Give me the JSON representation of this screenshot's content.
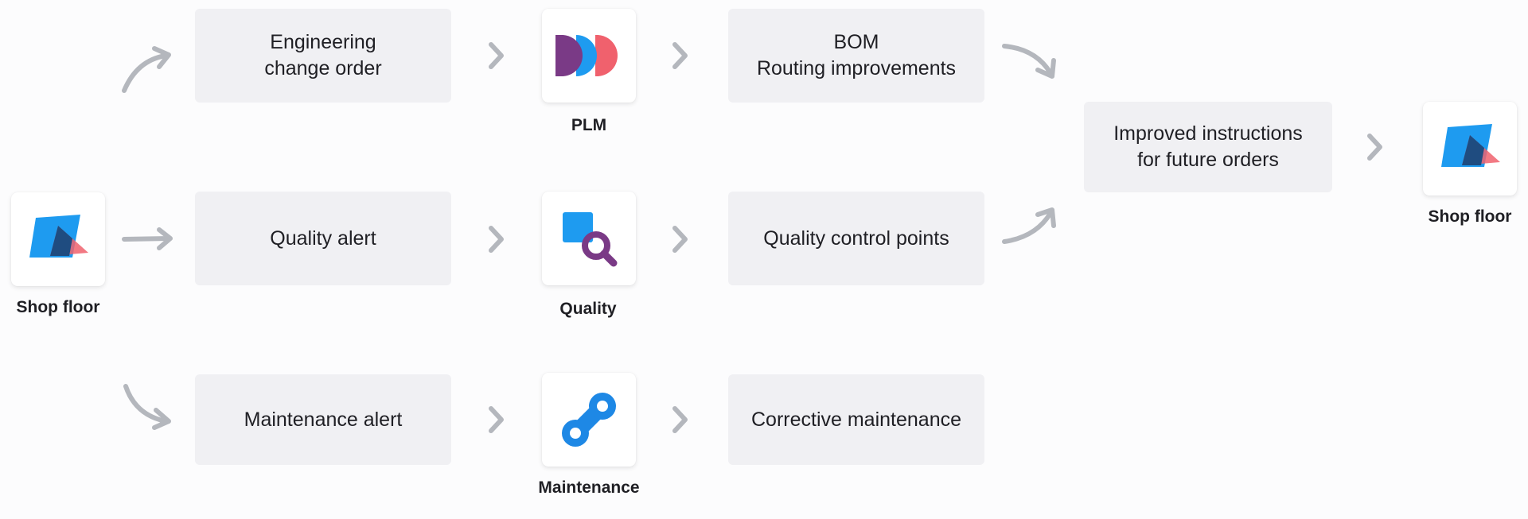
{
  "nodes": {
    "shopfloor_left": {
      "label": "Shop floor",
      "icon": "shop-floor-icon"
    },
    "shopfloor_right": {
      "label": "Shop floor",
      "icon": "shop-floor-icon"
    },
    "plm": {
      "label": "PLM",
      "icon": "plm-icon"
    },
    "quality": {
      "label": "Quality",
      "icon": "quality-icon"
    },
    "maintenance": {
      "label": "Maintenance",
      "icon": "maintenance-icon"
    }
  },
  "boxes": {
    "eco": "Engineering\nchange order",
    "quality_alert": "Quality alert",
    "maintenance_alert": "Maintenance alert",
    "bom": "BOM\nRouting improvements",
    "qcp": "Quality control points",
    "corrective": "Corrective maintenance",
    "improved": "Improved instructions\nfor future orders"
  },
  "colors": {
    "box_bg": "#f0f0f3",
    "arrow": "#b4b7bd",
    "blue": "#1e9bf0",
    "coral": "#f0616d",
    "navy": "#1f4c80",
    "purple": "#7a3a86"
  }
}
